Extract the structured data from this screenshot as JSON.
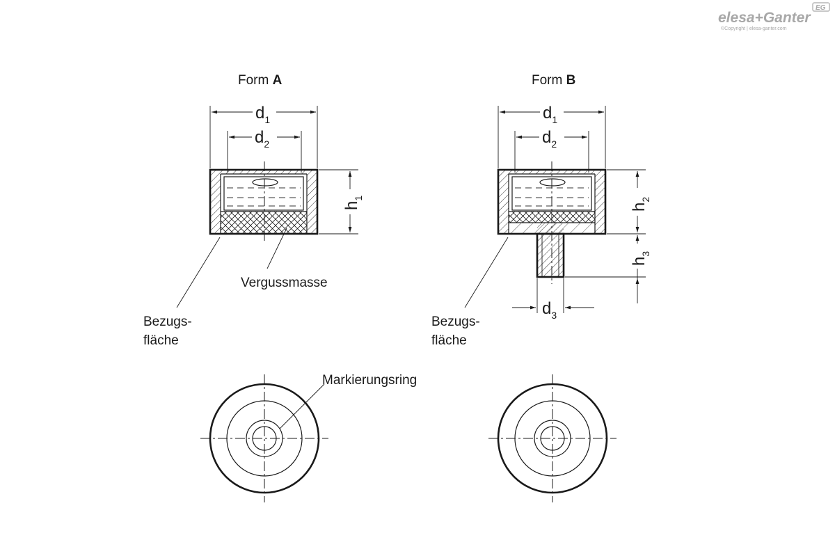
{
  "logo": {
    "brand": "elesa+Ganter",
    "copyright": "©Copyright | elesa-ganter.com",
    "badge": "EG"
  },
  "form_a": {
    "title_prefix": "Form",
    "title_letter": "A",
    "d1_base": "d",
    "d1_sub": "1",
    "d2_base": "d",
    "d2_sub": "2",
    "h1_base": "h",
    "h1_sub": "1",
    "label_potting": "Vergussmasse",
    "label_reference_1": "Bezugs-",
    "label_reference_2": "fläche",
    "label_marking_ring": "Markierungsring"
  },
  "form_b": {
    "title_prefix": "Form",
    "title_letter": "B",
    "d1_base": "d",
    "d1_sub": "1",
    "d2_base": "d",
    "d2_sub": "2",
    "d3_base": "d",
    "d3_sub": "3",
    "h2_base": "h",
    "h2_sub": "2",
    "h3_base": "h",
    "h3_sub": "3",
    "label_reference_1": "Bezugs-",
    "label_reference_2": "fläche"
  },
  "colors": {
    "line": "#1a1a1a",
    "logo": "#a8a8a8",
    "background": "#ffffff"
  }
}
